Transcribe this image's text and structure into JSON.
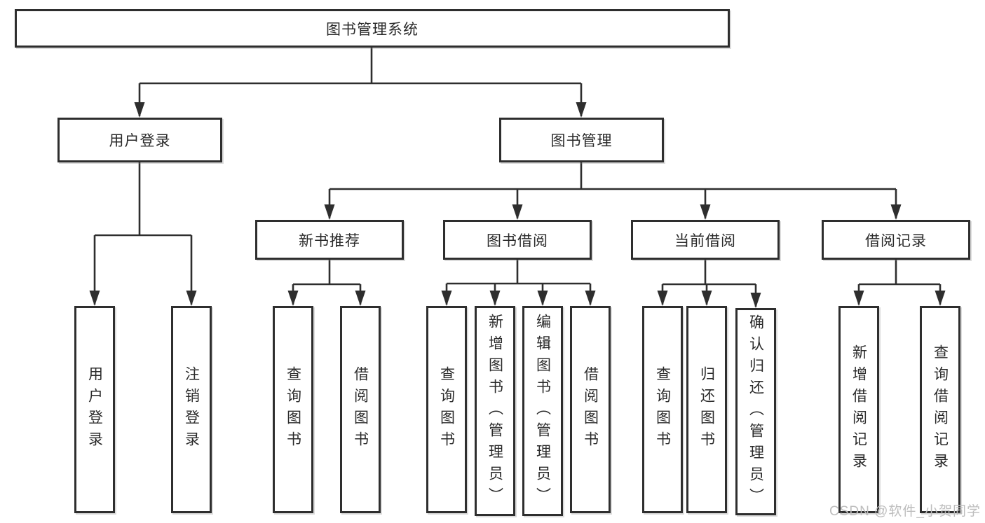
{
  "diagram_type": "tree-structure-chart",
  "colors": {
    "background": "#ffffff",
    "line": "#2e2e2e",
    "box_border": "#2e2e2e",
    "text": "#2a2a2a",
    "watermark": "#bdbdbd"
  },
  "root": {
    "label": "图书管理系统",
    "children": [
      {
        "label": "用户登录",
        "children": [
          {
            "label": "用户登录"
          },
          {
            "label": "注销登录"
          }
        ]
      },
      {
        "label": "图书管理",
        "children": [
          {
            "label": "新书推荐",
            "children": [
              {
                "label": "查询图书"
              },
              {
                "label": "借阅图书"
              }
            ]
          },
          {
            "label": "图书借阅",
            "children": [
              {
                "label": "查询图书"
              },
              {
                "label": "新增图书（管理员）"
              },
              {
                "label": "编辑图书（管理员）"
              },
              {
                "label": "借阅图书"
              }
            ]
          },
          {
            "label": "当前借阅",
            "children": [
              {
                "label": "查询图书"
              },
              {
                "label": "归还图书"
              },
              {
                "label": "确认归还（管理员）"
              }
            ]
          },
          {
            "label": "借阅记录",
            "children": [
              {
                "label": "新增借阅记录"
              },
              {
                "label": "查询借阅记录"
              }
            ]
          }
        ]
      }
    ]
  },
  "watermark": {
    "text": "CSDN @软件_小贺同学"
  }
}
